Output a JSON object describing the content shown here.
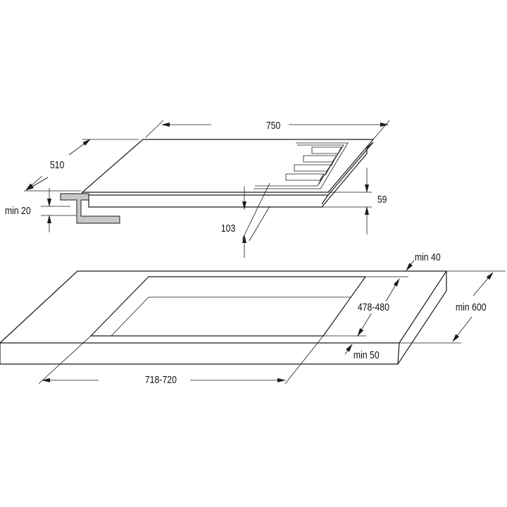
{
  "hob": {
    "width_label": "750",
    "depth_label": "510",
    "height_label": "59",
    "total_height_label": "103",
    "clearance_label": "min 20"
  },
  "worktop": {
    "back_margin_label": "min 40",
    "cutout_depth_label": "478-480",
    "depth_label": "min 600",
    "front_margin_label": "min 50",
    "cutout_width_label": "718-720"
  },
  "colors": {
    "line": "#1a1a1a",
    "bracket": "#c8c8c8"
  }
}
